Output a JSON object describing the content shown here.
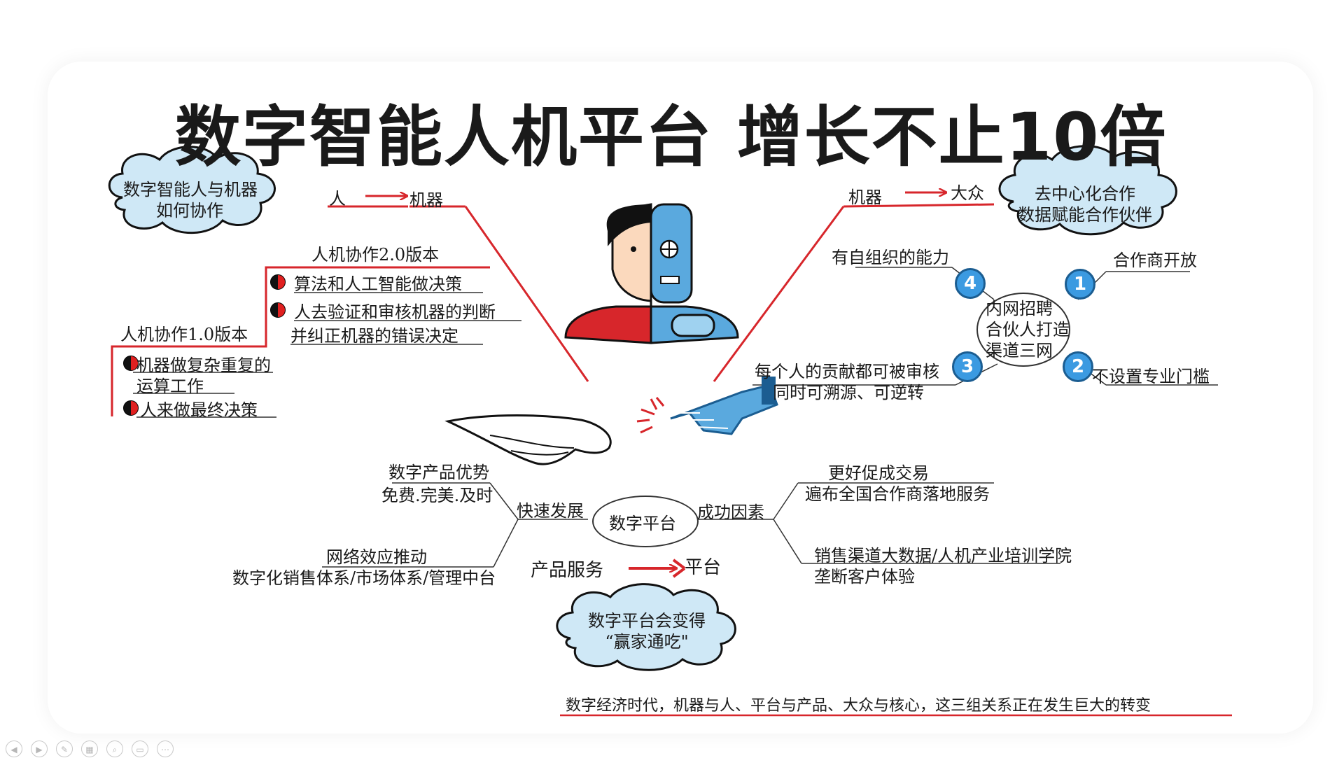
{
  "title": "数字智能人机平台  增长不止10倍",
  "clouds": {
    "top_left": [
      "数字智能人与机器",
      "如何协作"
    ],
    "top_right": [
      "去中心化合作",
      "数据赋能合作伙伴"
    ],
    "bottom": [
      "数字平台会变得",
      "“赢家通吃\""
    ]
  },
  "left_branch": {
    "human": "人",
    "machine": "机器",
    "v2_title": "人机协作2.0版本",
    "v2_items": [
      "算法和人工智能做决策",
      "人去验证和审核机器的判断"
    ],
    "v2_item2_cont": "并纠正机器的错误决定",
    "v1_title": "人机协作1.0版本",
    "v1_items": [
      "机器做复杂重复的",
      "人来做最终决策"
    ],
    "v1_item1_cont": "运算工作"
  },
  "right_branch": {
    "machine": "机器",
    "public": "大众",
    "center": [
      "内网招聘",
      "合伙人打造",
      "渠道三网"
    ],
    "nodes": [
      {
        "num": "1",
        "text": "合作商开放"
      },
      {
        "num": "2",
        "text": "不设置专业门槛"
      },
      {
        "num": "3",
        "lines": [
          "每个人的贡献都可被审核",
          "同时可溯源、可逆转"
        ]
      },
      {
        "num": "4",
        "text": "有自组织的能力"
      }
    ]
  },
  "platform": {
    "center": "数字平台",
    "left_label": "快速发展",
    "right_label": "成功因素",
    "product_service": "产品服务",
    "platform_word": "平台",
    "left_items": [
      [
        "数字产品优势",
        "免费.完美.及时"
      ],
      [
        "网络效应推动",
        "数字化销售体系/市场体系/管理中台"
      ]
    ],
    "right_items": [
      [
        "更好促成交易",
        "遍布全国合作商落地服务"
      ],
      [
        "销售渠道大数据/人机产业培训学院",
        "垄断客户体验"
      ]
    ]
  },
  "footer": "数字经济时代，机器与人、平台与产品、大众与核心，这三组关系正在发生巨大的转变",
  "colors": {
    "red": "#d7262b",
    "dark": "#333333",
    "cloud": "#cfe8f6",
    "blue": "#3b9ae1"
  }
}
